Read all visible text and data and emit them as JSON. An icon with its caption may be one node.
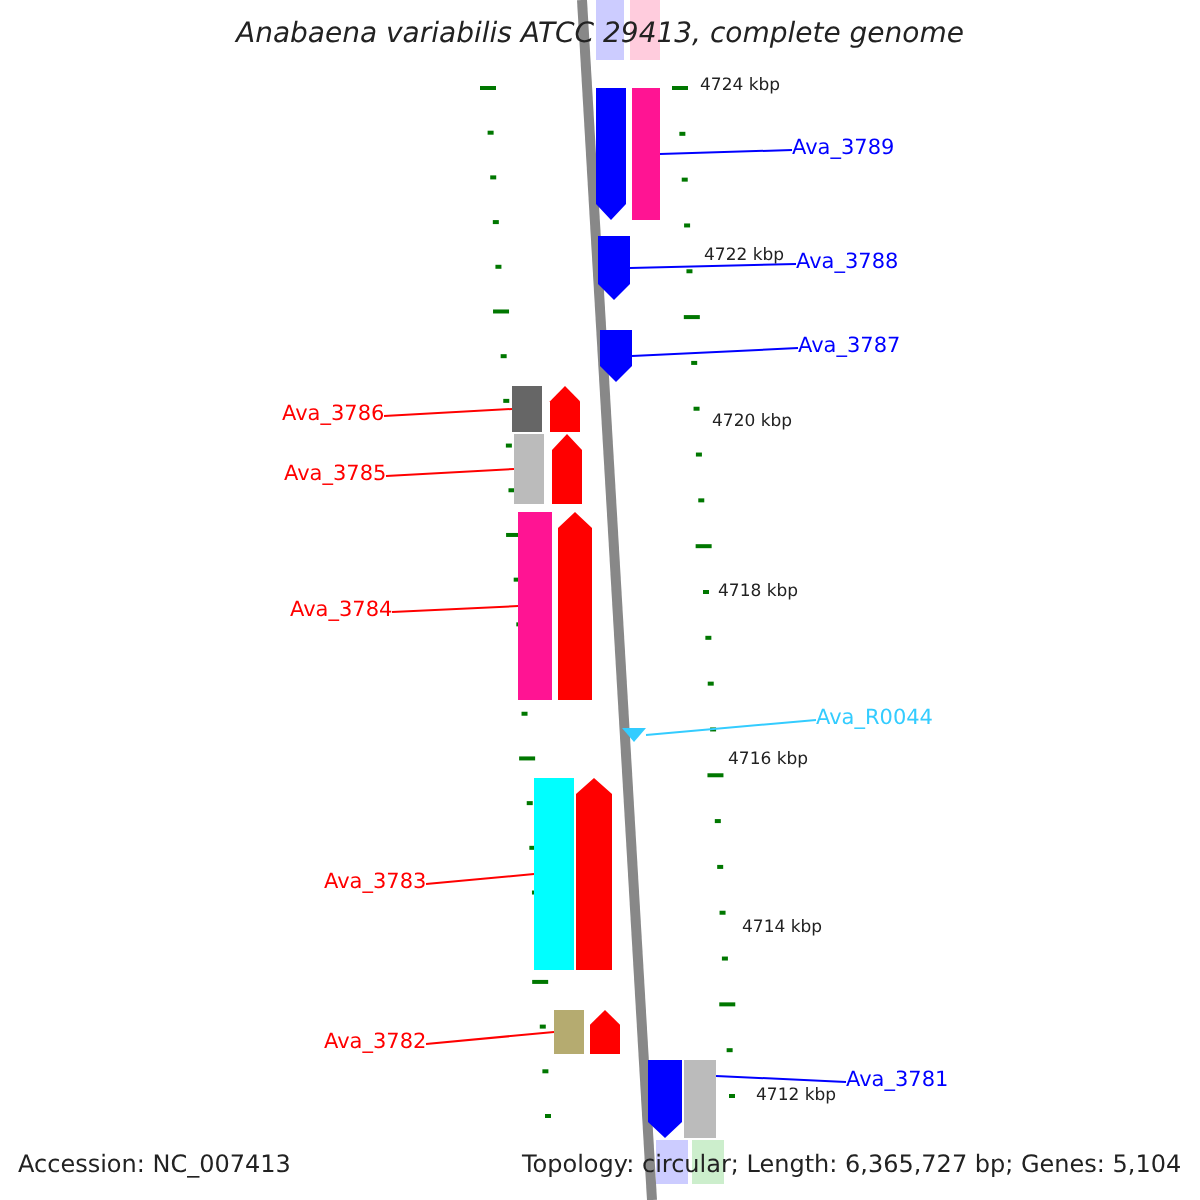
{
  "diagram": {
    "title": "Anabaena variabilis ATCC 29413, complete genome",
    "nodes": [
      {
        "text": [
          "Ava_3789"
        ]
      },
      {
        "text": [
          "Ava_3788"
        ]
      },
      {
        "text": [
          "Ava_3787"
        ]
      },
      {
        "text": [
          "Ava_3786"
        ]
      },
      {
        "text": [
          "Ava_3785"
        ]
      },
      {
        "text": [
          "Ava_3784"
        ]
      },
      {
        "text": [
          "Ava_R0044"
        ]
      },
      {
        "text": [
          "Ava_3783"
        ]
      },
      {
        "text": [
          "Ava_3782"
        ]
      },
      {
        "text": [
          "Ava_3781"
        ]
      },
      {
        "text": [],
        "shape": "bar"
      },
      {
        "text": [],
        "shape": "bar"
      },
      {
        "text": [],
        "shape": "bar"
      },
      {
        "text": [],
        "shape": "bar"
      },
      {
        "text": [],
        "shape": "bar"
      },
      {
        "text": [],
        "shape": "bar"
      },
      {
        "text": [],
        "shape": "triangle"
      },
      {
        "text": [],
        "shape": "bar"
      },
      {
        "text": [],
        "shape": "bar"
      },
      {
        "text": [],
        "shape": "bar"
      }
    ],
    "edges": [
      {
        "from": 0,
        "to": 10,
        "arrow": "none",
        "color": "#0000ff"
      },
      {
        "from": 1,
        "to": 11,
        "arrow": "none",
        "color": "#0000ff"
      },
      {
        "from": 2,
        "to": 12,
        "arrow": "none",
        "color": "#0000ff"
      },
      {
        "from": 3,
        "to": 13,
        "arrow": "none"
      },
      {
        "from": 4,
        "to": 14,
        "arrow": "none"
      },
      {
        "from": 5,
        "to": 15,
        "arrow": "none"
      },
      {
        "from": 6,
        "to": 16,
        "arrow": "none",
        "color": "#33ccff"
      },
      {
        "from": 7,
        "to": 17,
        "arrow": "none"
      },
      {
        "from": 8,
        "to": 18,
        "arrow": "none"
      },
      {
        "from": 9,
        "to": 19,
        "arrow": "none",
        "color": "#0000ff"
      }
    ],
    "labels": [
      "4724 kbp",
      "4722 kbp",
      "4720 kbp",
      "4718 kbp",
      "4716 kbp",
      "4714 kbp",
      "4712 kbp",
      "Accession: NC_007413",
      "Topology: circular; Length: 6,365,727 bp; Genes: 5,104"
    ]
  }
}
